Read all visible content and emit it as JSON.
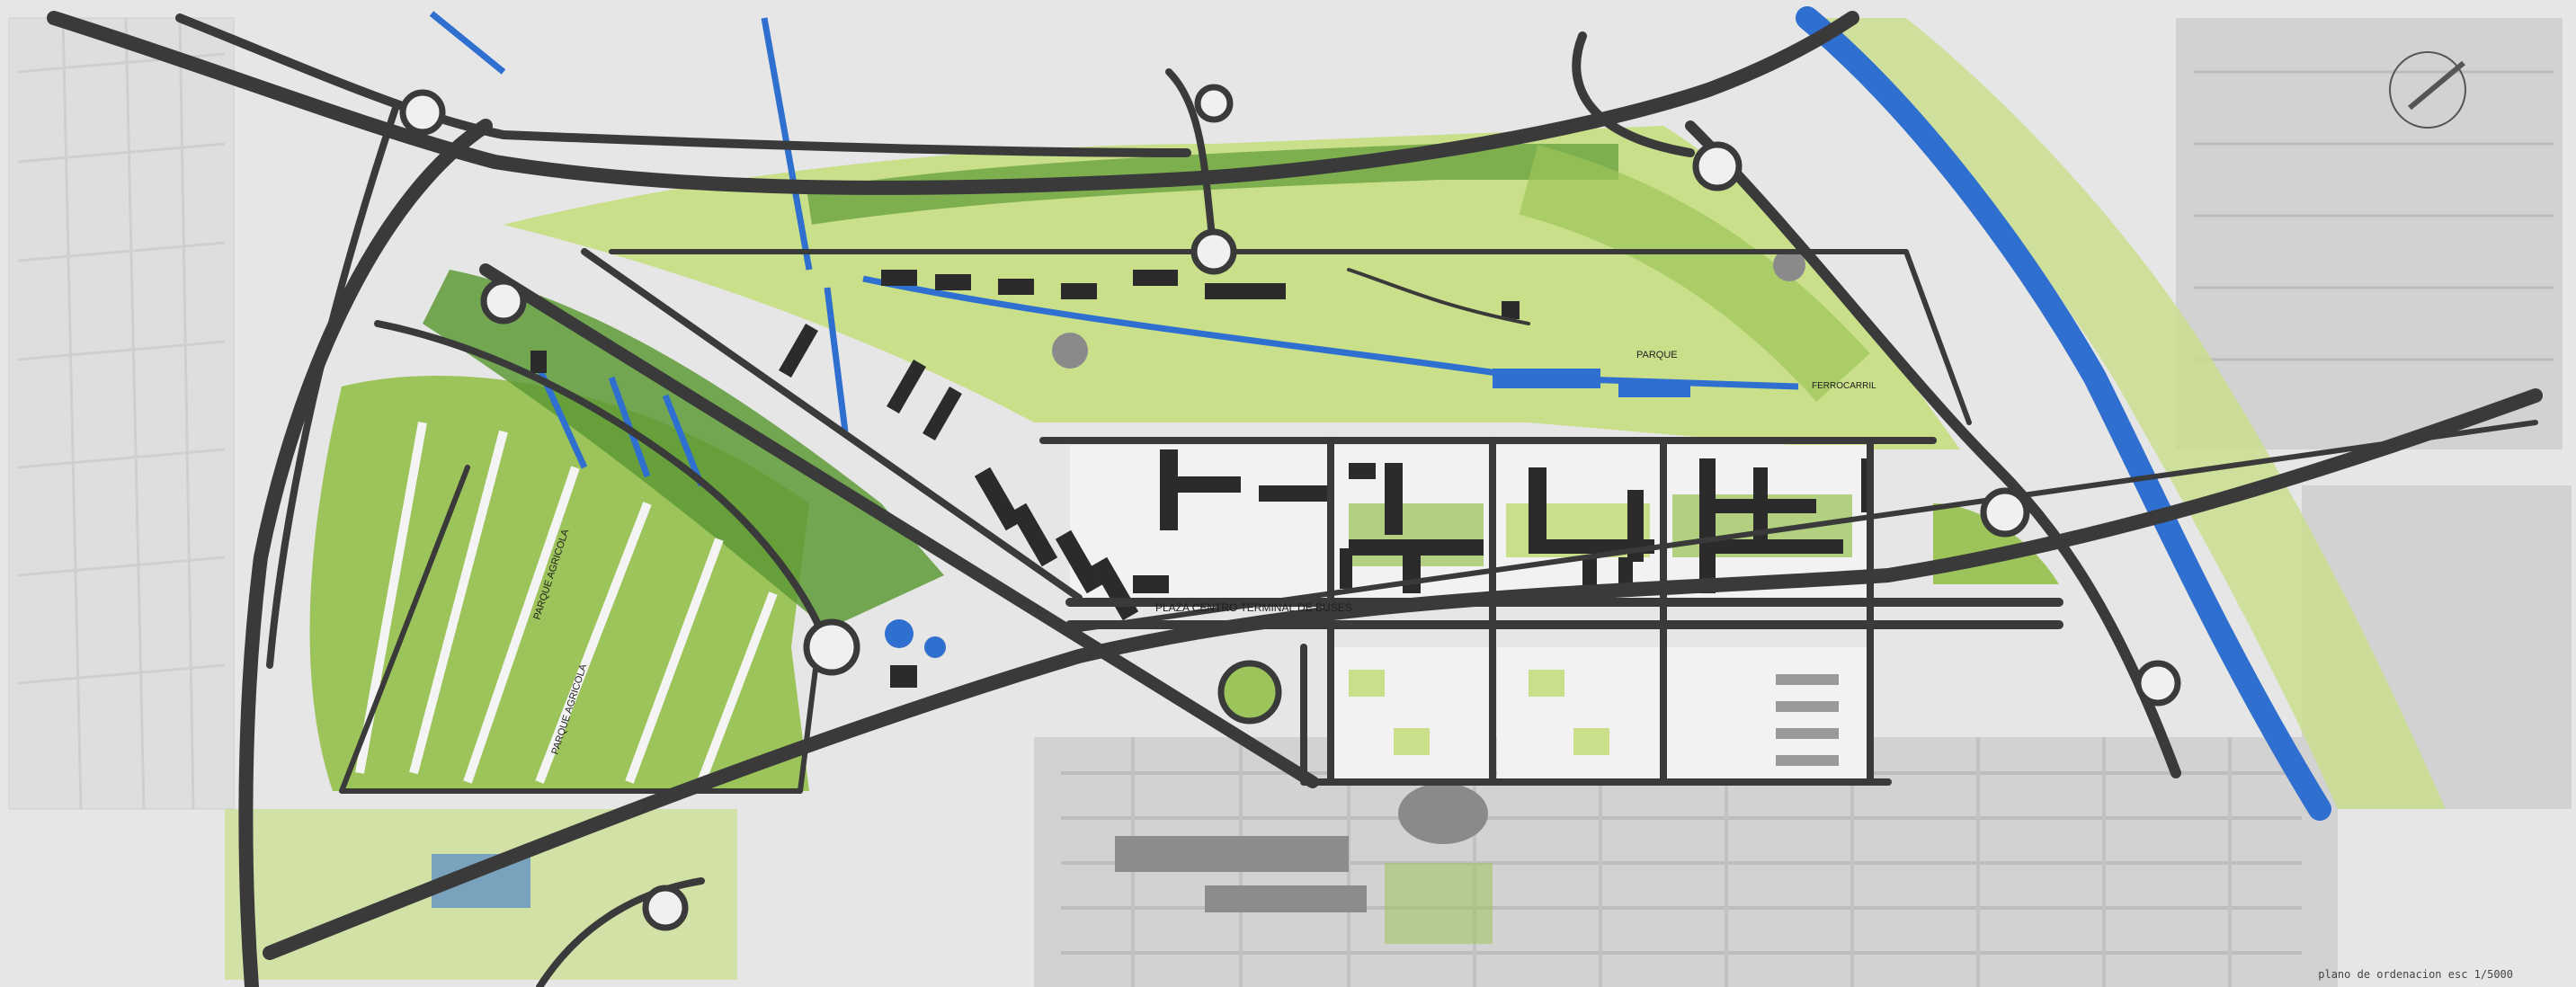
{
  "map": {
    "colors": {
      "base": "#e6e6e6",
      "urban": "#d2d2d2",
      "fields": "#dedede",
      "road": "#3a3a3a",
      "green_light": "#c9df8a",
      "green_mid": "#9cc45a",
      "green_dark": "#5e9a36",
      "water": "#2f6fd0",
      "building": "#2b2b2b",
      "block_light": "#f2f2f2"
    },
    "labels": {
      "plaza": "PLAZA CENTRO TERMINAL DE BUSES",
      "park_strip_1": "PARQUE AGRICOLA",
      "park_strip_2": "PARQUE AGRICOLA",
      "park_north": "PARQUE",
      "rail_east": "FERROCARRIL"
    },
    "caption": "plano de ordenacion  esc 1/5000",
    "north_arrow": "north-arrow-icon"
  }
}
